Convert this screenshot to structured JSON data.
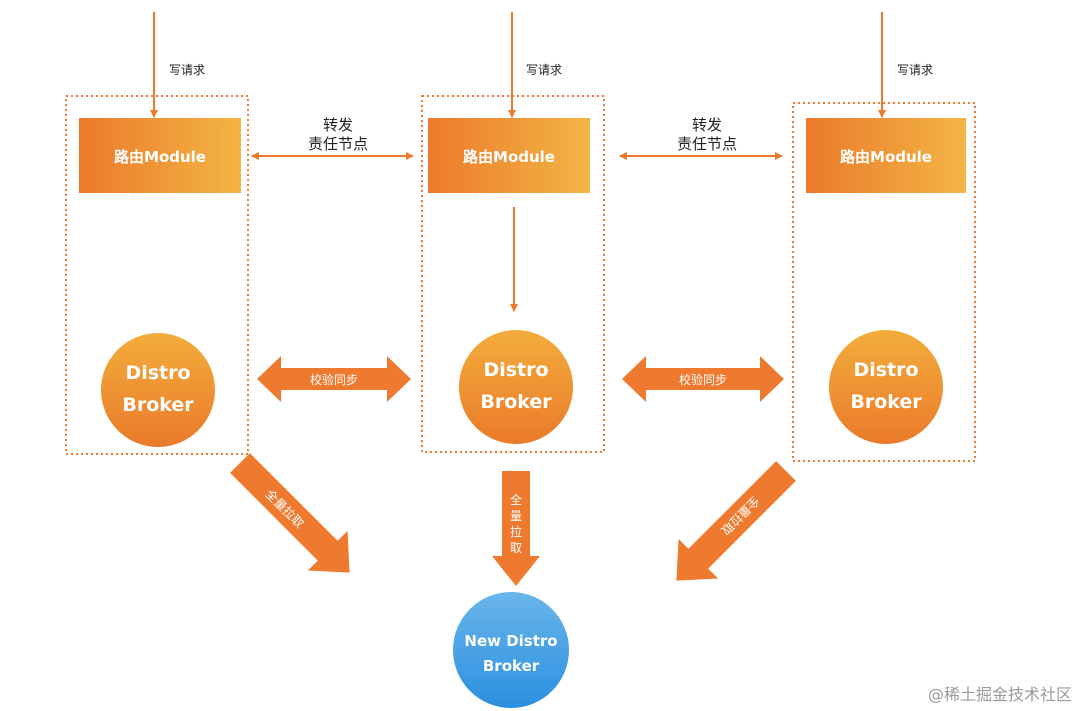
{
  "colors": {
    "accent": "#ee7a2f",
    "module_gradient": [
      "#ec7a2c",
      "#f2b544"
    ],
    "broker_gradient": [
      "#f3ad3c",
      "#ea7a2a"
    ],
    "new_broker_gradient": [
      "#6ab6ea",
      "#2b8fe0"
    ],
    "dotted_border": "#ee7a2f"
  },
  "nodes": {
    "left": {
      "write_request": "写请求",
      "module_label": "路由Module",
      "broker_line1": "Distro",
      "broker_line2": "Broker"
    },
    "middle": {
      "write_request": "写请求",
      "module_label": "路由Module",
      "broker_line1": "Distro",
      "broker_line2": "Broker"
    },
    "right": {
      "write_request": "写请求",
      "module_label": "路由Module",
      "broker_line1": "Distro",
      "broker_line2": "Broker"
    }
  },
  "forward_labels": {
    "left": {
      "line1": "转发",
      "line2": "责任节点"
    },
    "right": {
      "line1": "转发",
      "line2": "责任节点"
    }
  },
  "sync_labels": {
    "left": "校验同步",
    "right": "校验同步"
  },
  "pull_labels": {
    "left": "全量拉取",
    "middle": [
      "全",
      "量",
      "拉",
      "取"
    ],
    "right": "全量拉取"
  },
  "new_broker": {
    "line1": "New Distro",
    "line2": "Broker"
  },
  "watermark": "@稀土掘金技术社区"
}
